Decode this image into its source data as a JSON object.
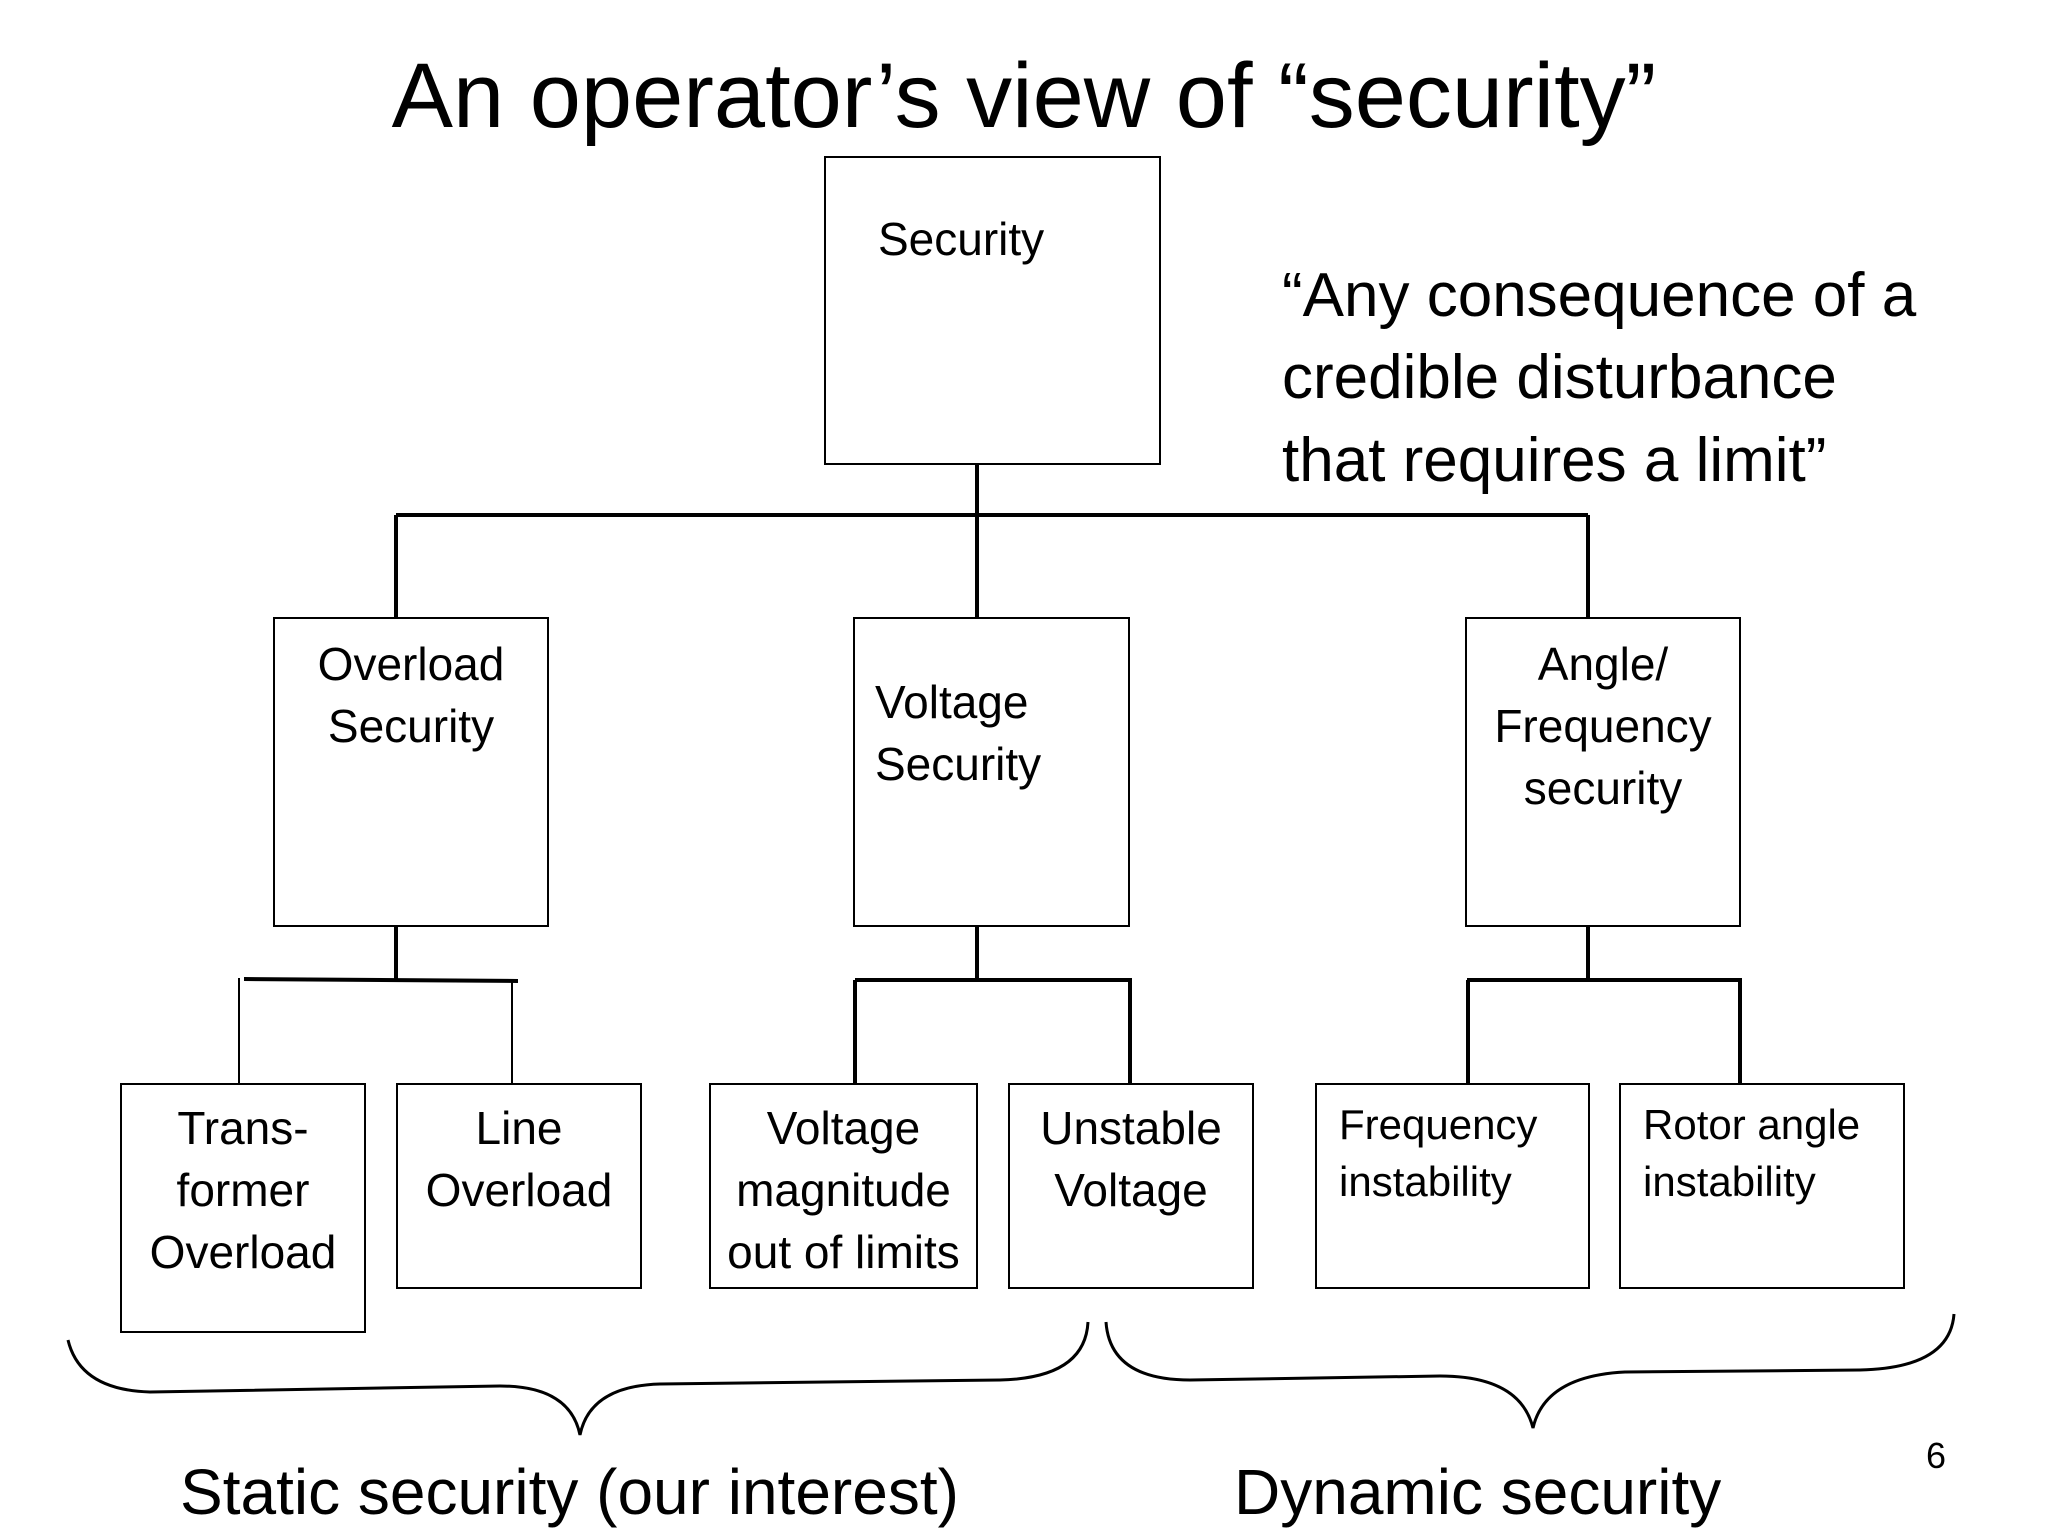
{
  "title": "An operator’s view of “security”",
  "quote": "“Any consequence of a\ncredible disturbance\nthat requires a limit”",
  "root": {
    "label": "Security"
  },
  "categories": [
    {
      "label": "Overload\nSecurity"
    },
    {
      "label": "Voltage\n  Security"
    },
    {
      "label": "Angle/\nFrequency\nsecurity"
    }
  ],
  "leaves": [
    {
      "label": "Trans-\nformer\nOverload"
    },
    {
      "label": "Line\nOverload"
    },
    {
      "label": "Voltage\nmagnitude\nout of limits"
    },
    {
      "label": "Unstable\nVoltage"
    },
    {
      "label": "Frequency\ninstability"
    },
    {
      "label": "Rotor angle\ninstability"
    }
  ],
  "groups": {
    "static": "Static security (our interest)",
    "dynamic": "Dynamic security"
  },
  "page_number": "6"
}
